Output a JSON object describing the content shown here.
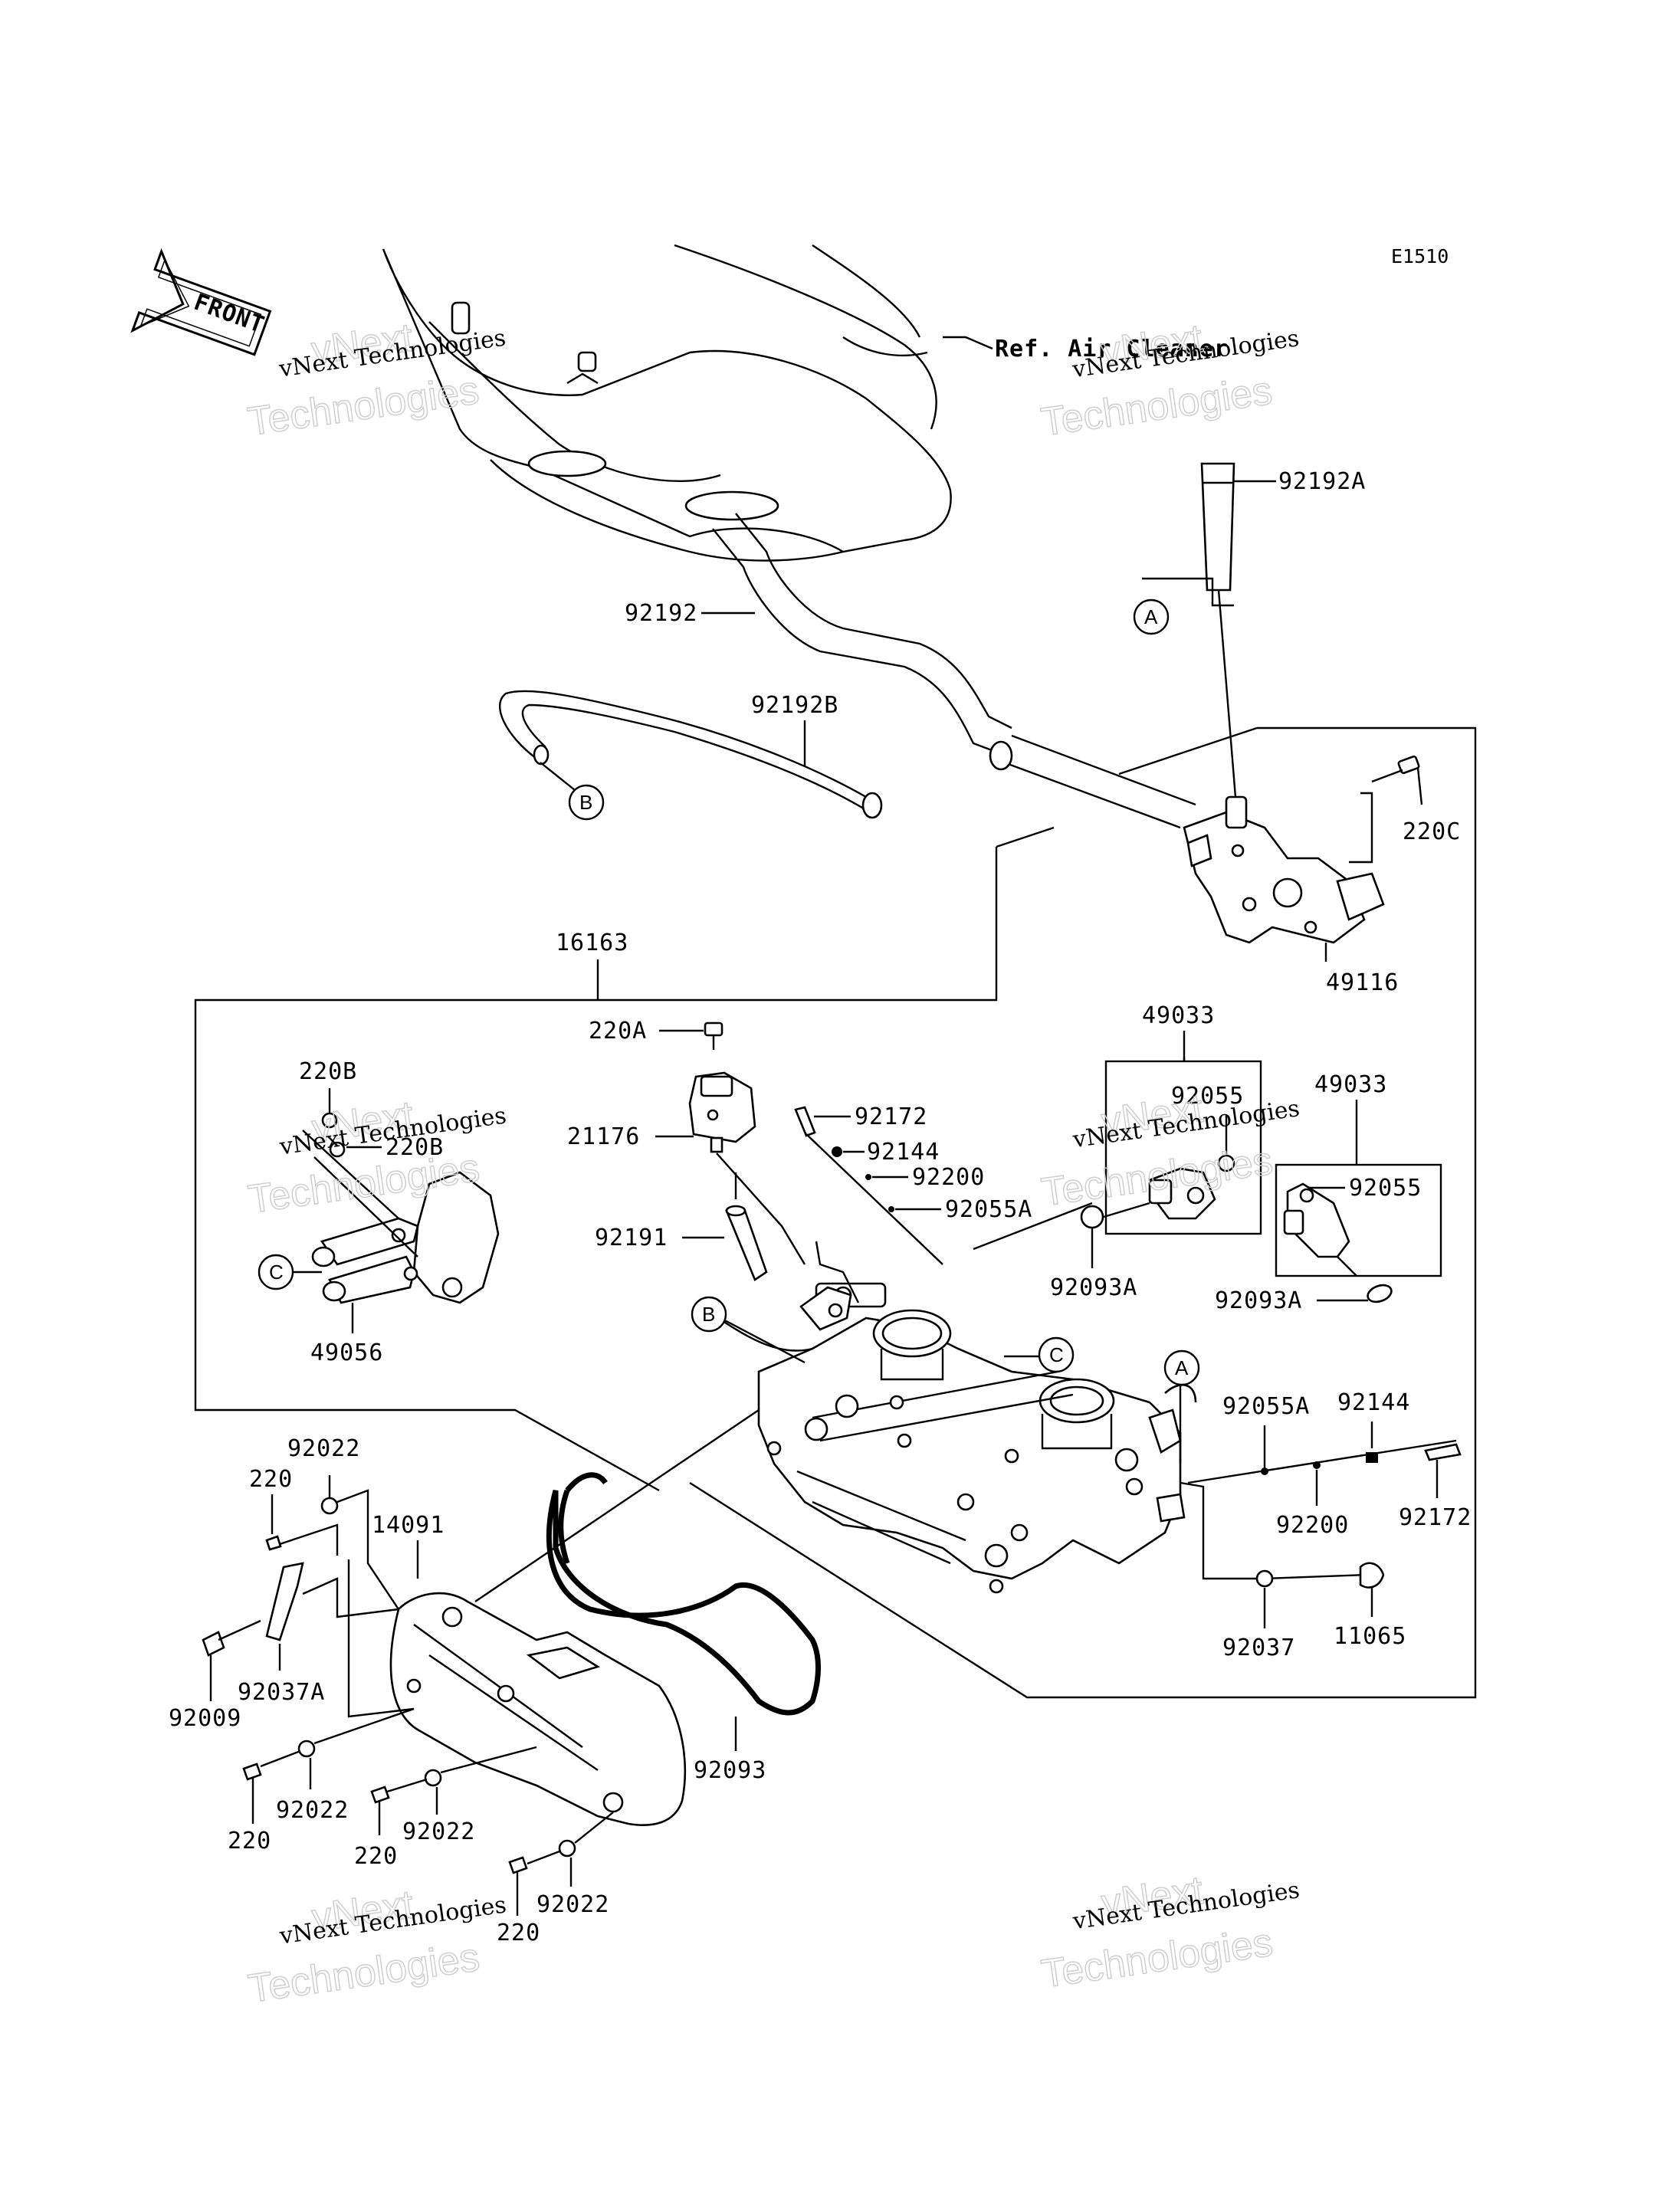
{
  "diagram_code": "E1510",
  "front_label": "FRONT",
  "ref_air_cleaner": "Ref. Air Cleaner",
  "callouts": {
    "a": "A",
    "b": "B",
    "c": "C"
  },
  "watermark": {
    "line1": "vNext Technologies",
    "line2": "vNext",
    "line3": "Technologies"
  },
  "parts": {
    "p92192A": "92192A",
    "p92192": "92192",
    "p92192B": "92192B",
    "p220C": "220C",
    "p49116": "49116",
    "p16163": "16163",
    "p220A": "220A",
    "p21176": "21176",
    "p92172_top": "92172",
    "p92144_top": "92144",
    "p92200_top": "92200",
    "p92055A_top": "92055A",
    "p92191": "92191",
    "p220B_1": "220B",
    "p220B_2": "220B",
    "p49056": "49056",
    "p49033_1": "49033",
    "p92055_1": "92055",
    "p92093A_1": "92093A",
    "p49033_2": "49033",
    "p92055_2": "92055",
    "p92093A_2": "92093A",
    "p92055A_right": "92055A",
    "p92144_right": "92144",
    "p92200_right": "92200",
    "p92172_right": "92172",
    "p92037": "92037",
    "p11065": "11065",
    "p92022_top": "92022",
    "p220_top": "220",
    "p14091": "14091",
    "p92037A": "92037A",
    "p92009": "92009",
    "p220_a": "220",
    "p92022_a": "92022",
    "p220_b": "220",
    "p92022_b": "92022",
    "p220_c": "220",
    "p92022_c": "92022",
    "p92093": "92093"
  }
}
